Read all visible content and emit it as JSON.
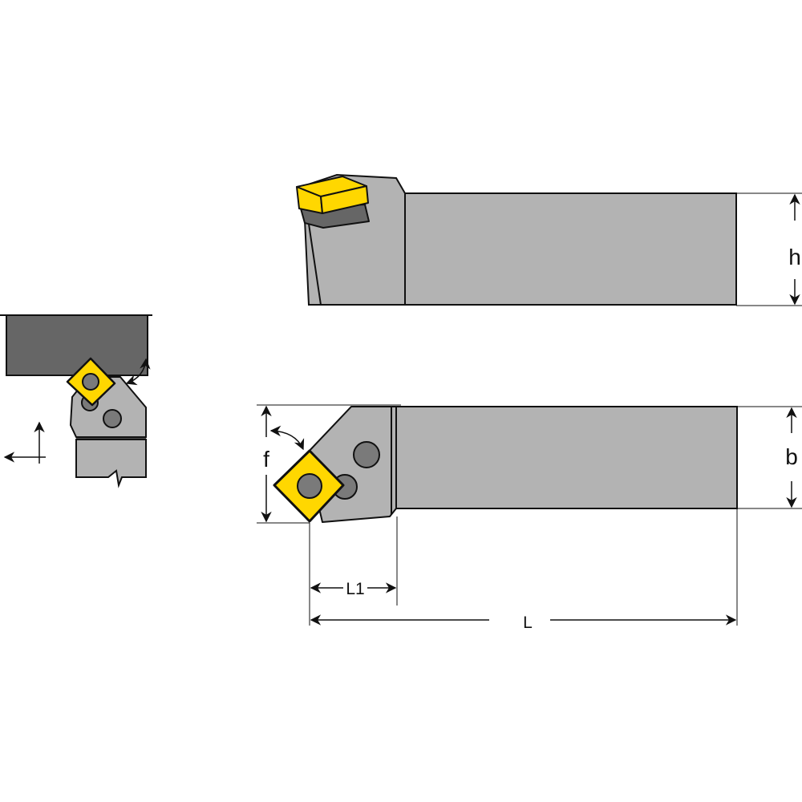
{
  "diagram": {
    "type": "turning-tool-holder-dimension-drawing",
    "colors": {
      "body": "#b3b3b3",
      "dark_body": "#666666",
      "insert": "#ffd700",
      "screw": "#7a7a7a",
      "shim": "#666666",
      "line": "#111111"
    },
    "labels": {
      "height": "h",
      "width": "b",
      "offset": "f",
      "head_length": "L1",
      "overall_length": "L"
    },
    "views": [
      {
        "name": "application-sketch",
        "description": "Tool engaging workpiece with feed direction arrows"
      },
      {
        "name": "side-view",
        "description": "Side elevation showing insert, shim and shank height h"
      },
      {
        "name": "top-view",
        "description": "Plan view showing square insert, clamp screws, f, b, L1, L"
      }
    ]
  }
}
